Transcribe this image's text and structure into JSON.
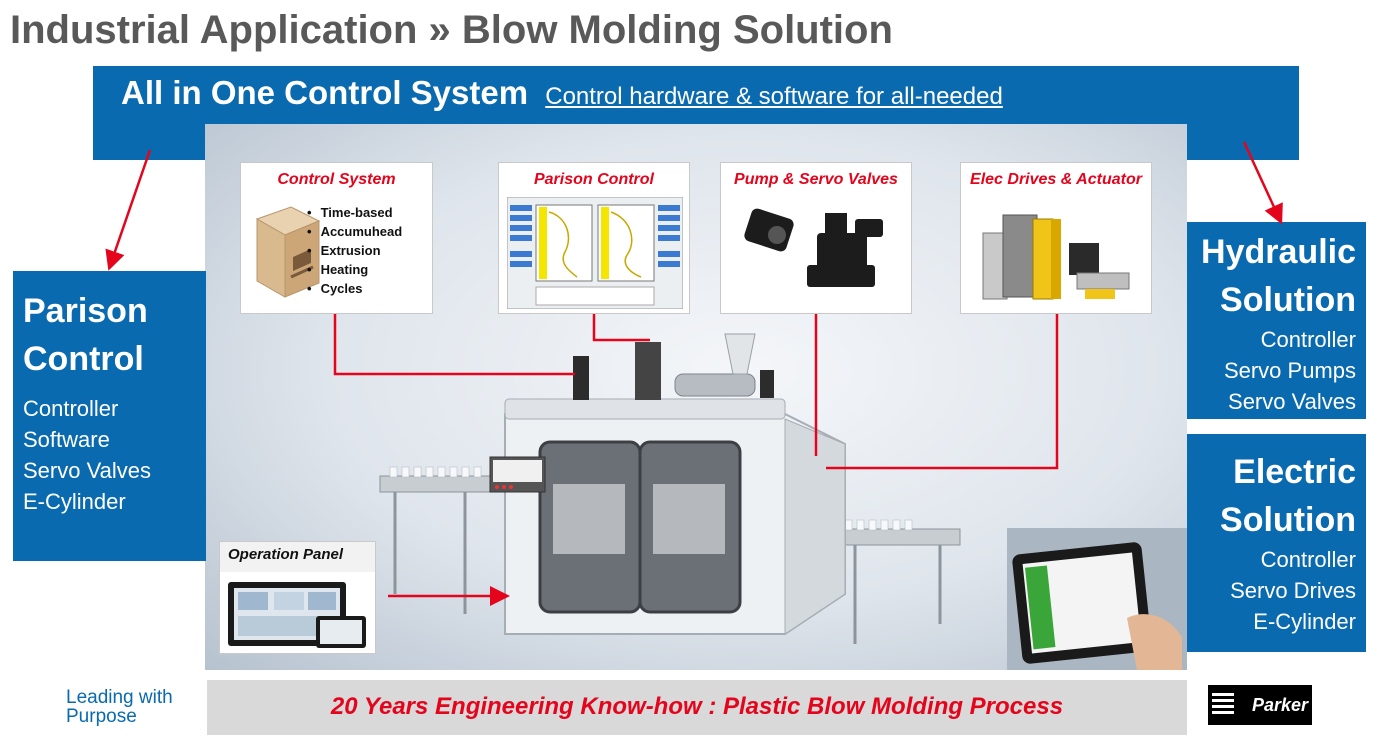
{
  "title": "Industrial Application » Blow Molding Solution",
  "banner": {
    "main": "All in One Control System",
    "sub": "Control hardware & software for all-needed"
  },
  "left_panel": {
    "title_line1": "Parison",
    "title_line2": "Control",
    "items": [
      "Controller",
      "Software",
      "Servo Valves",
      "E-Cylinder"
    ]
  },
  "hydraulic_panel": {
    "title_line1": "Hydraulic",
    "title_line2": "Solution",
    "items": [
      "Controller",
      "Servo Pumps",
      "Servo Valves"
    ]
  },
  "electric_panel": {
    "title_line1": "Electric",
    "title_line2": "Solution",
    "items": [
      "Controller",
      "Servo Drives",
      "E-Cylinder"
    ]
  },
  "cards": {
    "control_system": {
      "title": "Control System",
      "items": [
        "Time-based",
        "Accumuhead",
        "Extrusion",
        "Heating",
        "Cycles"
      ]
    },
    "parison_control": {
      "title": "Parison Control"
    },
    "pump_servo": {
      "title": "Pump & Servo Valves"
    },
    "elec_drives": {
      "title": "Elec Drives & Actuator"
    },
    "operation_panel": {
      "title": "Operation Panel"
    }
  },
  "bottom_banner": "20 Years Engineering Know-how : Plastic Blow Molding Process",
  "tagline": {
    "line1": "Leading with",
    "line2": "Purpose"
  },
  "logo": "Parker",
  "colors": {
    "brand_blue": "#0a6ab0",
    "accent_red": "#e4041c",
    "title_gray": "#595959",
    "banner_gray": "#d9d9d9"
  }
}
